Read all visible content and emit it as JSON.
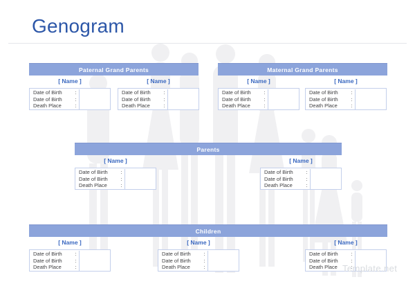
{
  "page": {
    "title": "Genogram",
    "watermark": "Template.net"
  },
  "colon": ":",
  "colors": {
    "title_text": "#2d57a8",
    "section_bar": "#8ca4db",
    "section_bar_text": "#ffffff",
    "name_text": "#3a68c0",
    "box_border": "#c3cfeb",
    "detail_text": "#3e3e40",
    "watermark_text": "#d8dbdf",
    "silhouette": "#f0f0f2"
  },
  "sections": [
    {
      "title": "Paternal Grand Parents",
      "cards": [
        {
          "name": "[ Name ]",
          "rows": [
            "Date of Birth",
            "Date of Birth",
            "Death Place"
          ]
        },
        {
          "name": "[ Name ]",
          "rows": [
            "Date of Birth",
            "Date of Birth",
            "Death Place"
          ]
        }
      ]
    },
    {
      "title": "Maternal Grand Parents",
      "cards": [
        {
          "name": "[ Name ]",
          "rows": [
            "Date of Birth",
            "Date of Birth",
            "Death Place"
          ]
        },
        {
          "name": "[ Name ]",
          "rows": [
            "Date of Birth",
            "Date of Birth",
            "Death Place"
          ]
        }
      ]
    },
    {
      "title": "Parents",
      "cards": [
        {
          "name": "[ Name ]",
          "rows": [
            "Date of Birth",
            "Date of Birth",
            "Death Place"
          ]
        },
        {
          "name": "[ Name ]",
          "rows": [
            "Date of Birth",
            "Date of Birth",
            "Death Place"
          ]
        }
      ]
    },
    {
      "title": "Children",
      "cards": [
        {
          "name": "[ Name ]",
          "rows": [
            "Date of Birth",
            "Date of Birth",
            "Death Place"
          ]
        },
        {
          "name": "[ Name ]",
          "rows": [
            "Date of Birth",
            "Date of Birth",
            "Death Place"
          ]
        },
        {
          "name": "[ Name ]",
          "rows": [
            "Date of Birth",
            "Date of Birth",
            "Death Place"
          ]
        }
      ]
    }
  ]
}
